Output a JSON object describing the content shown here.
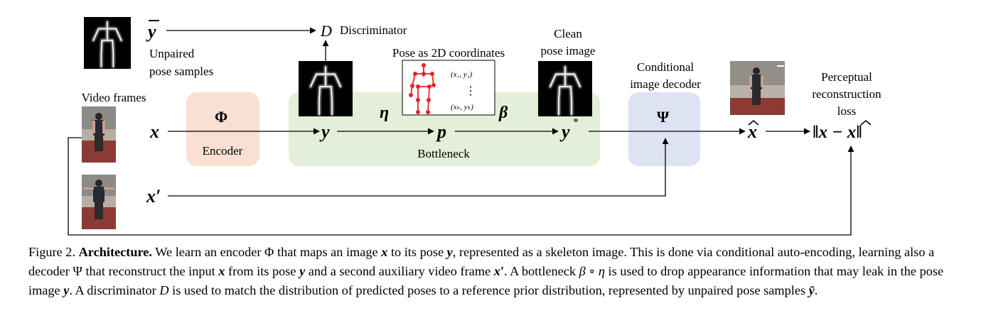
{
  "figure": {
    "labels": {
      "discriminator": "Discriminator",
      "unpaired_line1": "Unpaired",
      "unpaired_line2": "pose samples",
      "pose_coords": "Pose as 2D coordinates",
      "clean_line1": "Clean",
      "clean_line2": "pose image",
      "cond_line1": "Conditional",
      "cond_line2": "image decoder",
      "perc_line1": "Perceptual",
      "perc_line2": "reconstruction",
      "perc_line3": "loss",
      "video_frames": "Video frames",
      "encoder": "Encoder",
      "bottleneck": "Bottleneck"
    },
    "symbols": {
      "y_bar": "y",
      "D": "D",
      "Phi": "Φ",
      "Psi": "Ψ",
      "x": "x",
      "y": "y",
      "eta": "η",
      "p": "p",
      "beta": "β",
      "y_star": "y",
      "star": "*",
      "x_hat": "x",
      "loss": "‖x − x‖",
      "x_prime": "x′",
      "coord1": "(x₁, y₁)",
      "coord_k": "(xₖ, yₖ)",
      "vdots": "⋮"
    },
    "colors": {
      "encoder_box": "#f9e0d3",
      "bottleneck_box": "#e3efd8",
      "decoder_box": "#dde3f3",
      "skeleton_dots": "#e8212b"
    }
  },
  "caption": {
    "figure_no": "Figure 2.",
    "bold_title": "Architecture.",
    "seg1": "We learn an encoder Φ that maps an image",
    "seg2": "to its pose",
    "seg3": ", represented as a skeleton image. This is done via conditional auto-encoding, learning also a decoder Ψ that reconstruct the input",
    "seg4": "from its pose",
    "seg5": "and a second auxiliary video frame",
    "seg6": ". A bottleneck",
    "seg7": "is used to drop appearance information that may leak in the pose image",
    "seg8": ". A discriminator",
    "seg9": "is used to match the distribution of predicted poses to a reference prior distribution, represented by unpaired pose samples",
    "seg10": ".",
    "sym_x": "x",
    "sym_y": "y",
    "sym_xprime": "x′",
    "sym_beta_eta": "β ∘ η",
    "sym_D": "D",
    "sym_ybar": "ȳ"
  }
}
